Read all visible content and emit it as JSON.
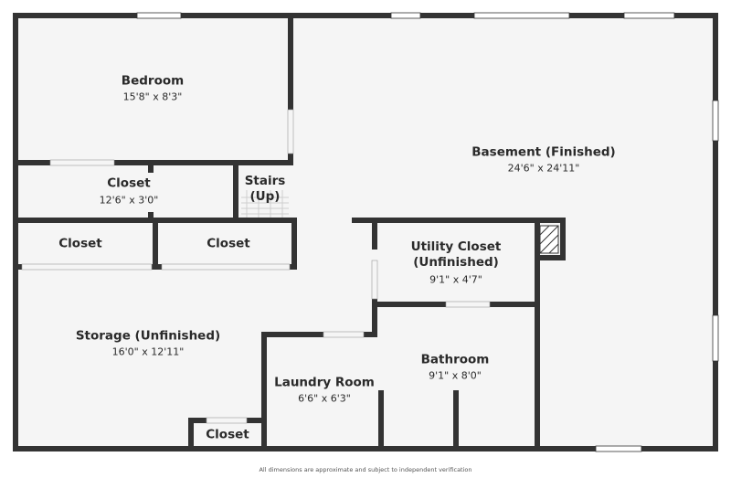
{
  "rooms": {
    "bedroom": {
      "name": "Bedroom",
      "dim": "15'8\" x 8'3\""
    },
    "closet_upper": {
      "name": "Closet",
      "dim": "12'6\" x 3'0\""
    },
    "stairs": {
      "name": "Stairs\n(Up)"
    },
    "closet_left": {
      "name": "Closet"
    },
    "closet_mid": {
      "name": "Closet"
    },
    "basement": {
      "name": "Basement (Finished)",
      "dim": "24'6\" x 24'11\""
    },
    "utility": {
      "name": "Utility Closet\n(Unfinished)",
      "dim": "9'1\" x 4'7\""
    },
    "storage": {
      "name": "Storage (Unfinished)",
      "dim": "16'0\" x 12'11\""
    },
    "bathroom": {
      "name": "Bathroom",
      "dim": "9'1\" x 8'0\""
    },
    "laundry": {
      "name": "Laundry Room",
      "dim": "6'6\" x 6'3\""
    },
    "closet_small": {
      "name": "Closet"
    }
  },
  "footer": "All dimensions are approximate and subject to independent verification",
  "colors": {
    "wall": "#333333",
    "floor": "#f5f5f5",
    "window": "#ffffff"
  }
}
